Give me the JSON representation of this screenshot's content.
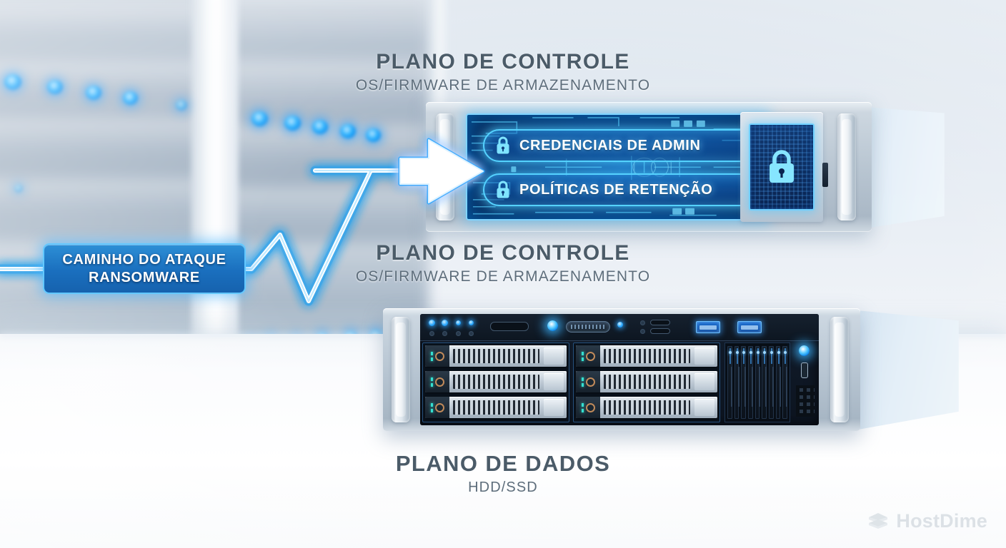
{
  "scene": {
    "kind": "ransomware-attack-path-diagram",
    "background": "blurred data center server racks with blue LEDs on a white desk surface"
  },
  "captions": {
    "top": {
      "title": "PLANO DE CONTROLE",
      "subtitle": "OS/FIRMWARE DE ARMAZENAMENTO"
    },
    "middle": {
      "title": "PLANO DE CONTROLE",
      "subtitle": "OS/FIRMWARE DE ARMAZENAMENTO"
    },
    "bottom": {
      "title": "PLANO DE DADOS",
      "subtitle": "HDD/SSD"
    }
  },
  "attack_label": {
    "line1": "CAMINHO DO ATAQUE",
    "line2": "RANSOMWARE",
    "icon": "glow-arrow-path-icon"
  },
  "control_plane_screen": {
    "items": [
      {
        "icon": "lock-icon",
        "label": "CREDENCIAIS DE ADMIN"
      },
      {
        "icon": "lock-icon",
        "label": "POLÍTICAS DE RETENÇÃO"
      }
    ],
    "chip": {
      "icon": "lock-icon",
      "name": "secure-chip-panel"
    }
  },
  "data_plane_server": {
    "drive_bays_left_groups": 2,
    "drive_rows_per_group": 3,
    "vertical_bays": 9,
    "usb_ports": 2,
    "panel_leds": 4
  },
  "logo": {
    "text": "HostDime",
    "icon": "hostdime-layers-icon"
  },
  "colors": {
    "glow_blue": "#4fc6ff",
    "label_blue": "#1a6fbe",
    "caption_dark": "#4b5b68",
    "caption_sub": "#5d6d7b",
    "screen_deep": "#0d3f7d",
    "logo_grey": "#c3ccd4"
  }
}
